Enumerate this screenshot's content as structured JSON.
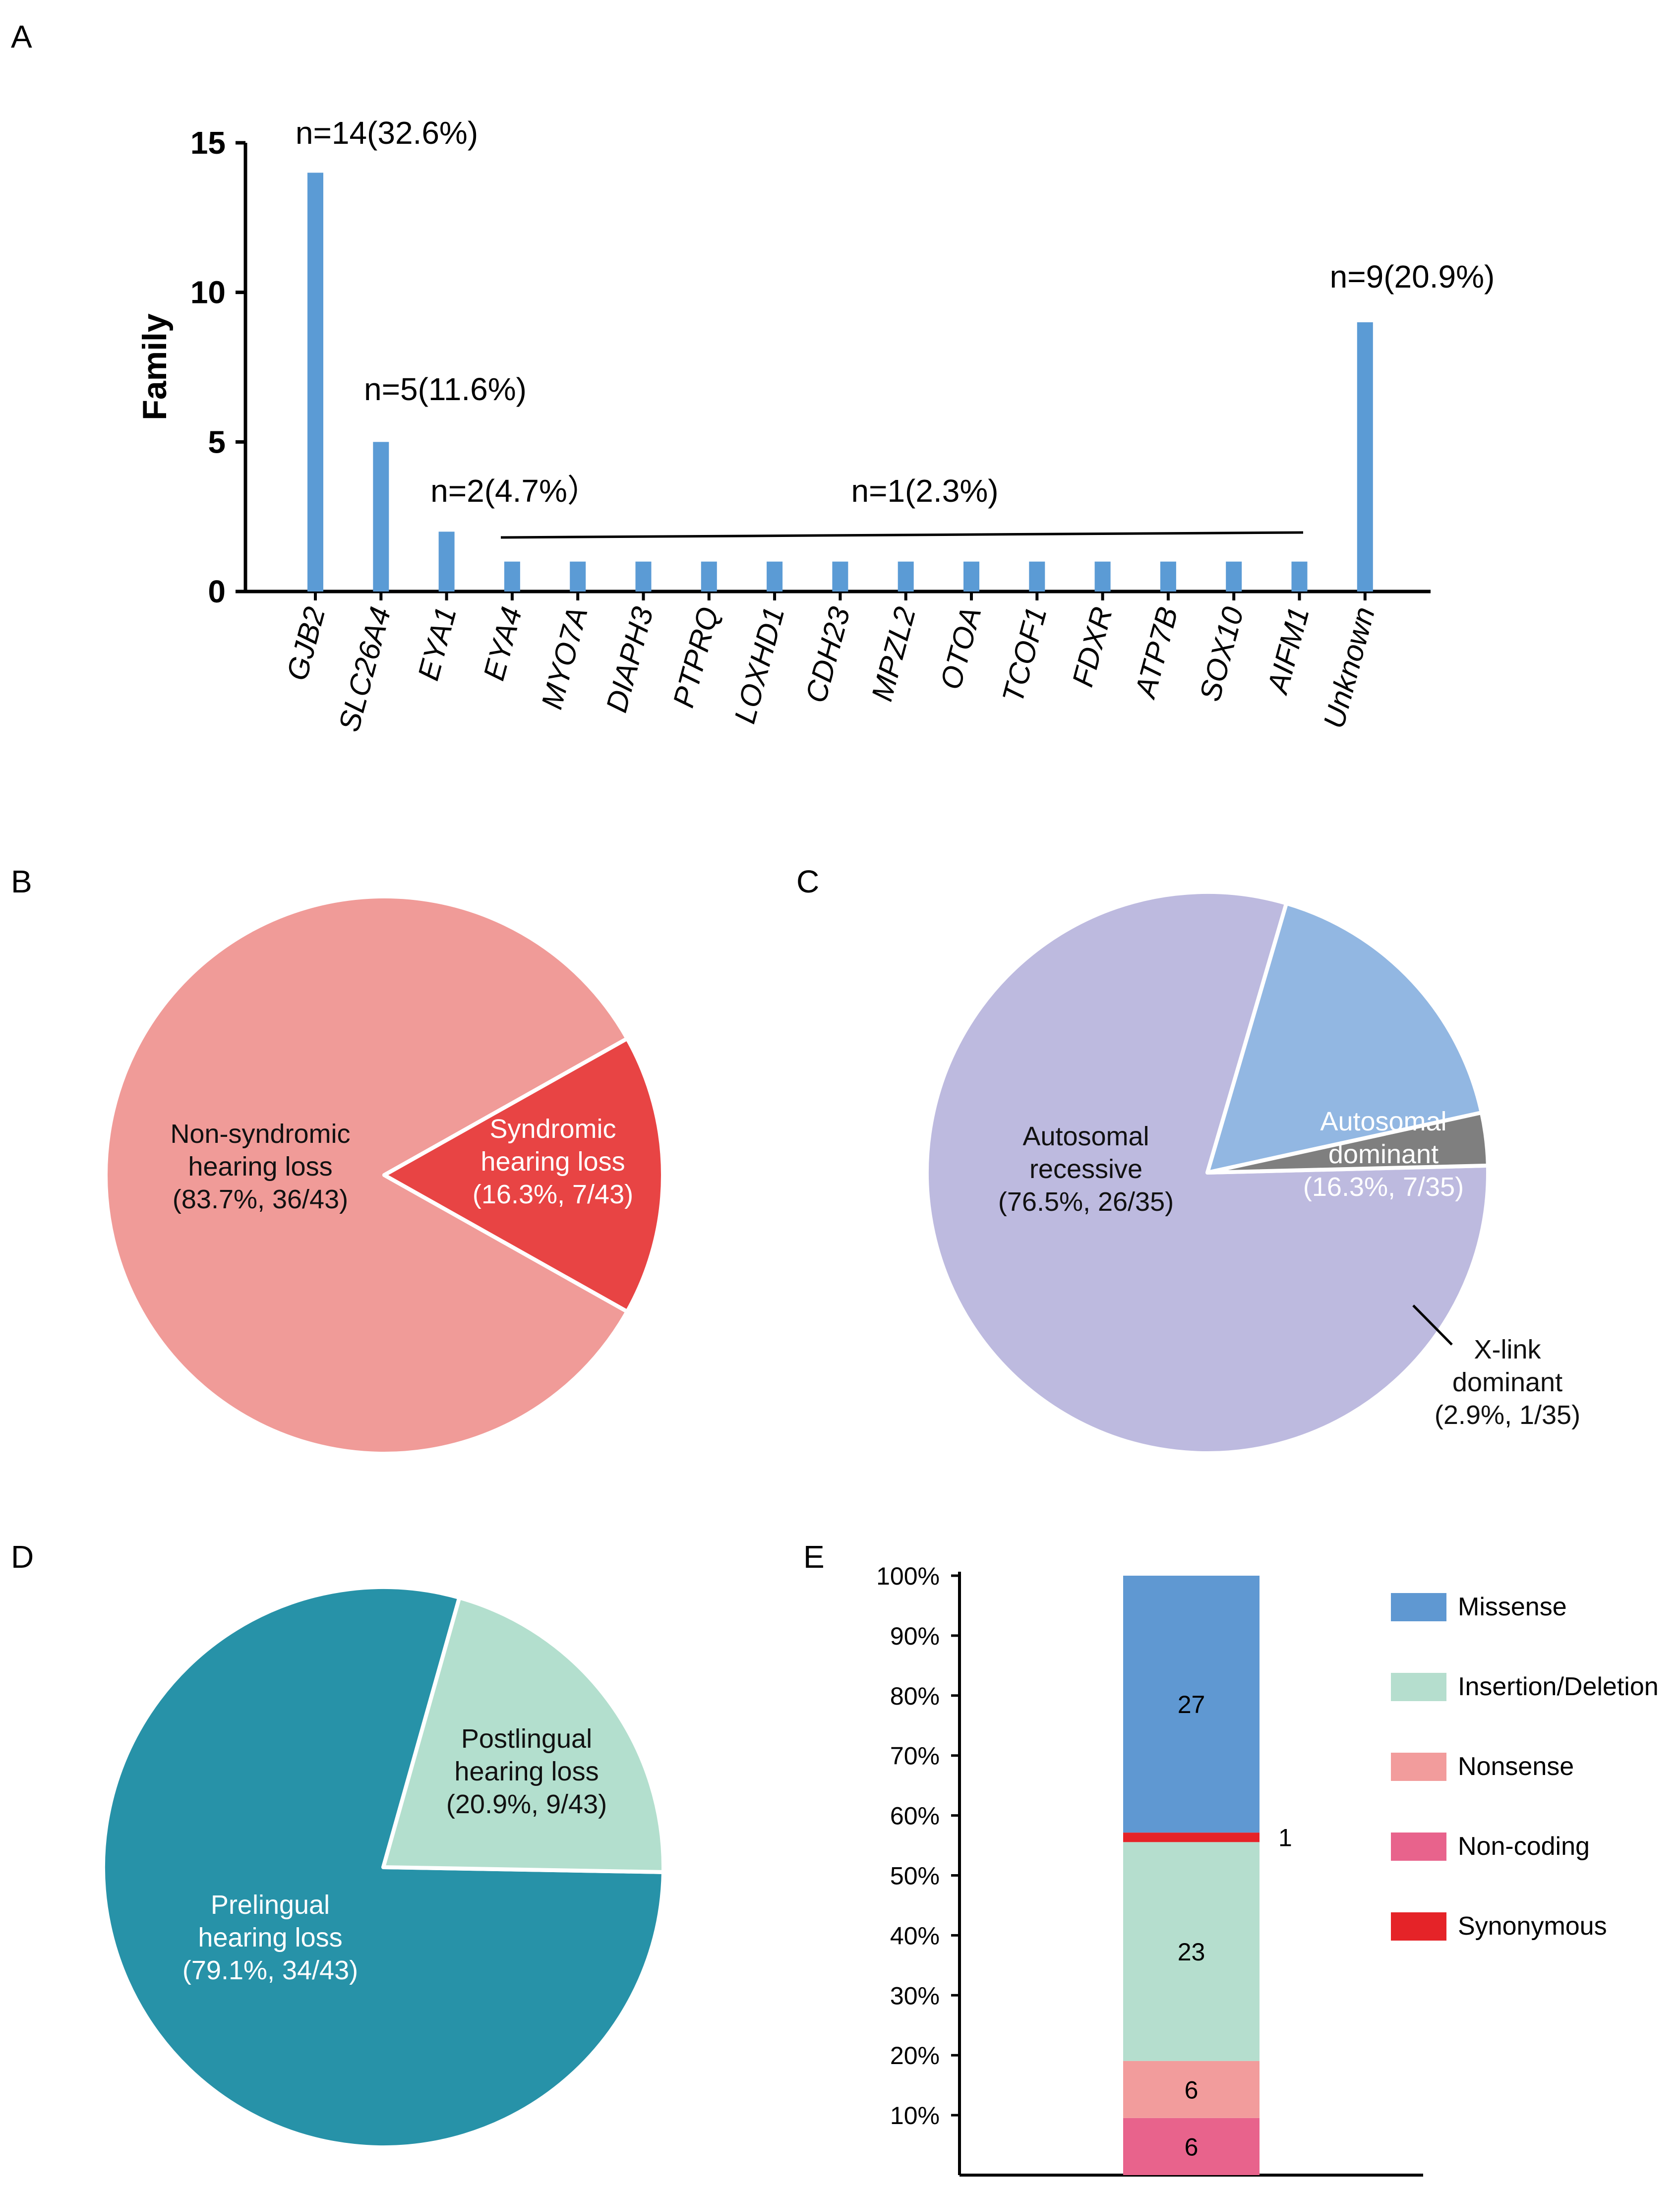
{
  "panel_labels": {
    "a": "A",
    "b": "B",
    "c": "C",
    "d": "D",
    "e": "E"
  },
  "colors": {
    "bar_blue": "#5b9bd5",
    "nonsyndromic": "#f09b98",
    "syndromic": "#e84444",
    "autosomal_recessive": "#bdbadf",
    "autosomal_dominant": "#92b7e2",
    "x_link": "#7f7f7f",
    "prelingual": "#2792a8",
    "postlingual": "#b3dfce",
    "missense": "#5f98d2",
    "insertion_deletion": "#b5dece",
    "nonsense": "#f29c9c",
    "non_coding": "#e8638c",
    "synonymous": "#e52328"
  },
  "chart_data": [
    {
      "panel": "A",
      "type": "bar",
      "ylabel": "Family",
      "xlabel": "",
      "ylim": [
        0,
        15
      ],
      "yticks": [
        "0",
        "5",
        "10",
        "15"
      ],
      "categories": [
        "GJB2",
        "SLC26A4",
        "EYA1",
        "EYA4",
        "MYO7A",
        "DIAPH3",
        "PTPRQ",
        "LOXHD1",
        "CDH23",
        "MPZL2",
        "OTOA",
        "TCOF1",
        "FDXR",
        "ATP7B",
        "SOX10",
        "AIFM1",
        "Unknown"
      ],
      "values": [
        14,
        5,
        2,
        1,
        1,
        1,
        1,
        1,
        1,
        1,
        1,
        1,
        1,
        1,
        1,
        1,
        9
      ],
      "annotations": [
        "n=14(32.6%)",
        "n=5(11.6%)",
        "n=2(4.7%）",
        "n=1(2.3%)",
        "n=9(20.9%)"
      ]
    },
    {
      "panel": "B",
      "type": "pie",
      "slices": [
        {
          "label_lines": [
            "Non-syndromic",
            "hearing loss",
            "(83.7%, 36/43)"
          ],
          "value": 83.7
        },
        {
          "label_lines": [
            "Syndromic",
            "hearing loss",
            "(16.3%, 7/43)"
          ],
          "value": 16.3
        }
      ]
    },
    {
      "panel": "C",
      "type": "pie",
      "slices": [
        {
          "label_lines": [
            "Autosomal",
            "recessive",
            "(76.5%, 26/35)"
          ],
          "value": 76.5
        },
        {
          "label_lines": [
            "Autosomal",
            "dominant",
            "(16.3%, 7/35)"
          ],
          "value": 16.3
        },
        {
          "label_lines": [
            "X-link",
            "dominant",
            "(2.9%, 1/35)"
          ],
          "value": 2.9
        }
      ]
    },
    {
      "panel": "D",
      "type": "pie",
      "slices": [
        {
          "label_lines": [
            "Prelingual",
            "hearing loss",
            "(79.1%, 34/43)"
          ],
          "value": 79.1
        },
        {
          "label_lines": [
            "Postlingual",
            "hearing loss",
            "(20.9%, 9/43)"
          ],
          "value": 20.9
        }
      ]
    },
    {
      "panel": "E",
      "type": "bar",
      "stacked": true,
      "ylim": [
        0,
        100
      ],
      "yticks": [
        "10%",
        "20%",
        "30%",
        "40%",
        "50%",
        "60%",
        "70%",
        "80%",
        "90%",
        "100%"
      ],
      "legend_position": "right",
      "series": [
        {
          "name": "Missense",
          "value": 27,
          "label": "27"
        },
        {
          "name": "Insertion/Deletion",
          "value": 23,
          "label": "23"
        },
        {
          "name": "Nonsense",
          "value": 6,
          "label": "6"
        },
        {
          "name": "Non-coding",
          "value": 6,
          "label": "6"
        },
        {
          "name": "Synonymous",
          "value": 1,
          "label": "1"
        }
      ]
    }
  ]
}
